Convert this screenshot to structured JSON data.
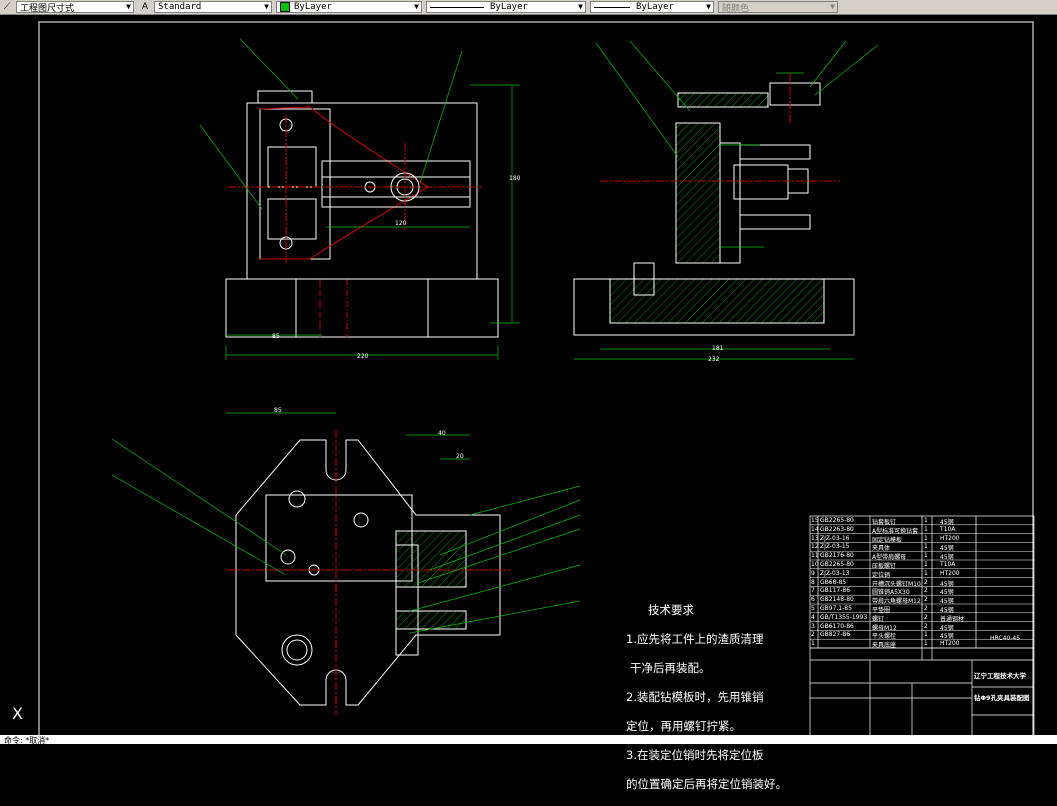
{
  "toolbar": {
    "dimstyle": "工程图尺寸式",
    "textstyle": "Standard",
    "layer": "ByLayer",
    "linetype": "ByLayer",
    "lineweight": "ByLayer",
    "color": "随颜色"
  },
  "dims": {
    "d220": "220",
    "d85": "85",
    "d120": "120",
    "d180": "180",
    "d181": "181",
    "d232": "232",
    "d85b": "85",
    "d40": "40",
    "d20": "20"
  },
  "tech": {
    "title": "技术要求",
    "l1": "1.应先将工件上的渣质清理",
    "l2": "干净后再装配。",
    "l3": "2.装配钻模板时，先用锥销",
    "l4": "定位，再用螺钉拧紧。",
    "l5": "3.在装定位销时先将定位板",
    "l6": "的位置确定后再将定位销装好。"
  },
  "parts": [
    {
      "no": "15",
      "code": "GB2265-80",
      "name": "钻套板钉",
      "qty": "1",
      "mat": "45钢"
    },
    {
      "no": "14",
      "code": "GB2263-80",
      "name": "A型标准可换钻套",
      "qty": "1",
      "mat": "T10A"
    },
    {
      "no": "13",
      "code": "ZJZ-03-16",
      "name": "固定钻模板",
      "qty": "1",
      "mat": "HT200"
    },
    {
      "no": "12",
      "code": "ZJZ-03-15",
      "name": "夹具体",
      "qty": "1",
      "mat": "45钢"
    },
    {
      "no": "11",
      "code": "GB2176-80",
      "name": "A型带肩螺母",
      "qty": "1",
      "mat": "45钢"
    },
    {
      "no": "10",
      "code": "GB2265-80",
      "name": "压板螺钉",
      "qty": "1",
      "mat": "T10A"
    },
    {
      "no": "9",
      "code": "ZJZ-03-13",
      "name": "定位销",
      "qty": "1",
      "mat": "HT200"
    },
    {
      "no": "8",
      "code": "GB68-85",
      "name": "开槽沉头螺钉M10",
      "qty": "2",
      "mat": "45钢"
    },
    {
      "no": "7",
      "code": "GB117-86",
      "name": "圆锥销A5X30",
      "qty": "2",
      "mat": "45钢"
    },
    {
      "no": "6",
      "code": "GB2148-80",
      "name": "带肩六角螺母M12",
      "qty": "2",
      "mat": "45钢"
    },
    {
      "no": "5",
      "code": "GB97.1-85",
      "name": "平垫圈",
      "qty": "2",
      "mat": "45钢"
    },
    {
      "no": "4",
      "code": "GB/T1355-1993",
      "name": "螺钉",
      "qty": "2",
      "mat": "普通钢材"
    },
    {
      "no": "3",
      "code": "GB6170-86",
      "name": "螺母M12",
      "qty": "2",
      "mat": "45钢"
    },
    {
      "no": "2",
      "code": "GB827-86",
      "name": "平头螺栓",
      "qty": "1",
      "mat": "45钢"
    },
    {
      "no": "1",
      "code": "",
      "name": "夹具底座",
      "qty": "1",
      "mat": "HT200"
    }
  ],
  "hrc": "HRC40-45",
  "title_block": {
    "school": "辽宁工程技术大学",
    "drawing": "钻Φ9孔夹具装配图"
  },
  "cmd": "命令: *取消*"
}
